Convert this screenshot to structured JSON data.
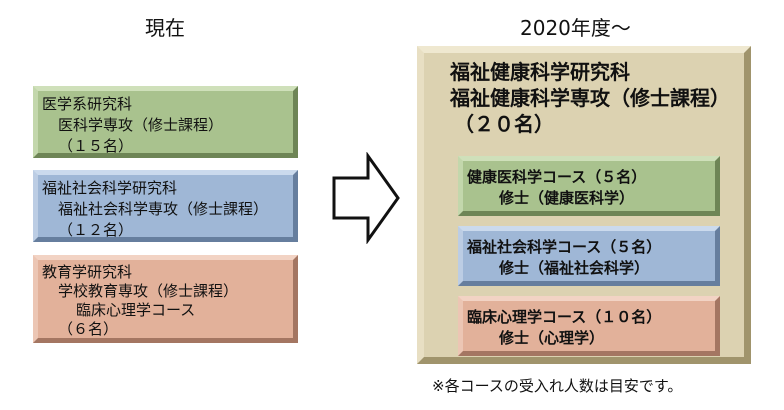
{
  "current_heading": "現在",
  "future_heading": "2020年度～",
  "current_boxes": [
    {
      "lines": [
        "医学系研究科",
        "医科学専攻（修士課程）",
        "（１５名）"
      ]
    },
    {
      "lines": [
        "福祉社会科学研究科",
        "福祉社会科学専攻（修士課程）",
        "（１２名）"
      ]
    },
    {
      "lines": [
        "教育学研究科",
        "学校教育専攻（修士課程）",
        "臨床心理学コース",
        "（６名）"
      ]
    }
  ],
  "future_box": {
    "title_lines": [
      "福祉健康科学研究科",
      "福祉健康科学専攻（修士課程）",
      "（２０名）"
    ],
    "courses": [
      {
        "name": "健康医科学コース（５名）",
        "degree": "修士（健康医科学）"
      },
      {
        "name": "福祉社会科学コース（５名）",
        "degree": "修士（福祉社会科学）"
      },
      {
        "name": "臨床心理学コース（１０名）",
        "degree": "修士（心理学）"
      }
    ]
  },
  "note": "※各コースの受入れ人数は目安です。",
  "colors": {
    "green": "#a9c28e",
    "blue": "#9fb7d6",
    "orange": "#e2b19a",
    "tan": "#dcd2b1"
  },
  "icons": {
    "transition_arrow": "right-arrow-outline"
  }
}
